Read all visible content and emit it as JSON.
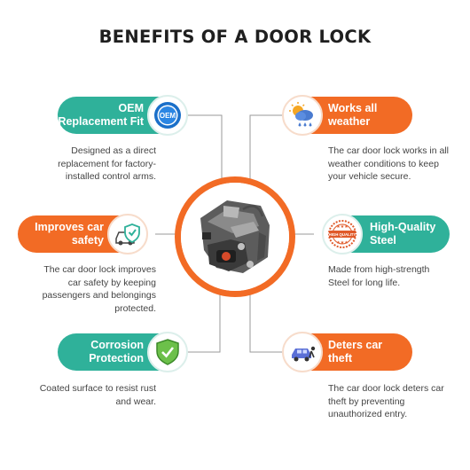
{
  "title": "BENEFITS OF A DOOR LOCK",
  "colors": {
    "teal": "#2fb19a",
    "orange": "#f26b25",
    "text": "#444444",
    "title": "#1f1f1f"
  },
  "center_image": "door-lock-actuator",
  "benefits": [
    {
      "id": "oem",
      "label": "OEM\nReplacement Fit",
      "description": "Designed as a direct\nreplacement for factory-\ninstalled control arms.",
      "icon": "oem-badge-icon",
      "badge_text": "OEM",
      "color": "teal"
    },
    {
      "id": "weather",
      "label": "Works all\nweather",
      "description": "The car door lock works in all\nweather conditions to keep\nyour vehicle secure.",
      "icon": "weather-icon",
      "color": "orange"
    },
    {
      "id": "safety",
      "label": "Improves car\nsafety",
      "description": "The car door lock improves\ncar safety by keeping\npassengers and belongings\nprotected.",
      "icon": "car-shield-icon",
      "color": "orange"
    },
    {
      "id": "steel",
      "label": "High-Quality\nSteel",
      "description": "Made from high-strength\nSteel for long life.",
      "icon": "quality-stamp-icon",
      "badge_text": "HIGH QUALITY",
      "color": "teal"
    },
    {
      "id": "corrosion",
      "label": "Corrosion\nProtection",
      "description": "Coated surface to resist rust\nand wear.",
      "icon": "shield-check-icon",
      "color": "teal"
    },
    {
      "id": "theft",
      "label": "Deters car\ntheft",
      "description": "The car door lock deters car\ntheft by preventing\nunauthorized entry.",
      "icon": "car-thief-icon",
      "color": "orange"
    }
  ]
}
